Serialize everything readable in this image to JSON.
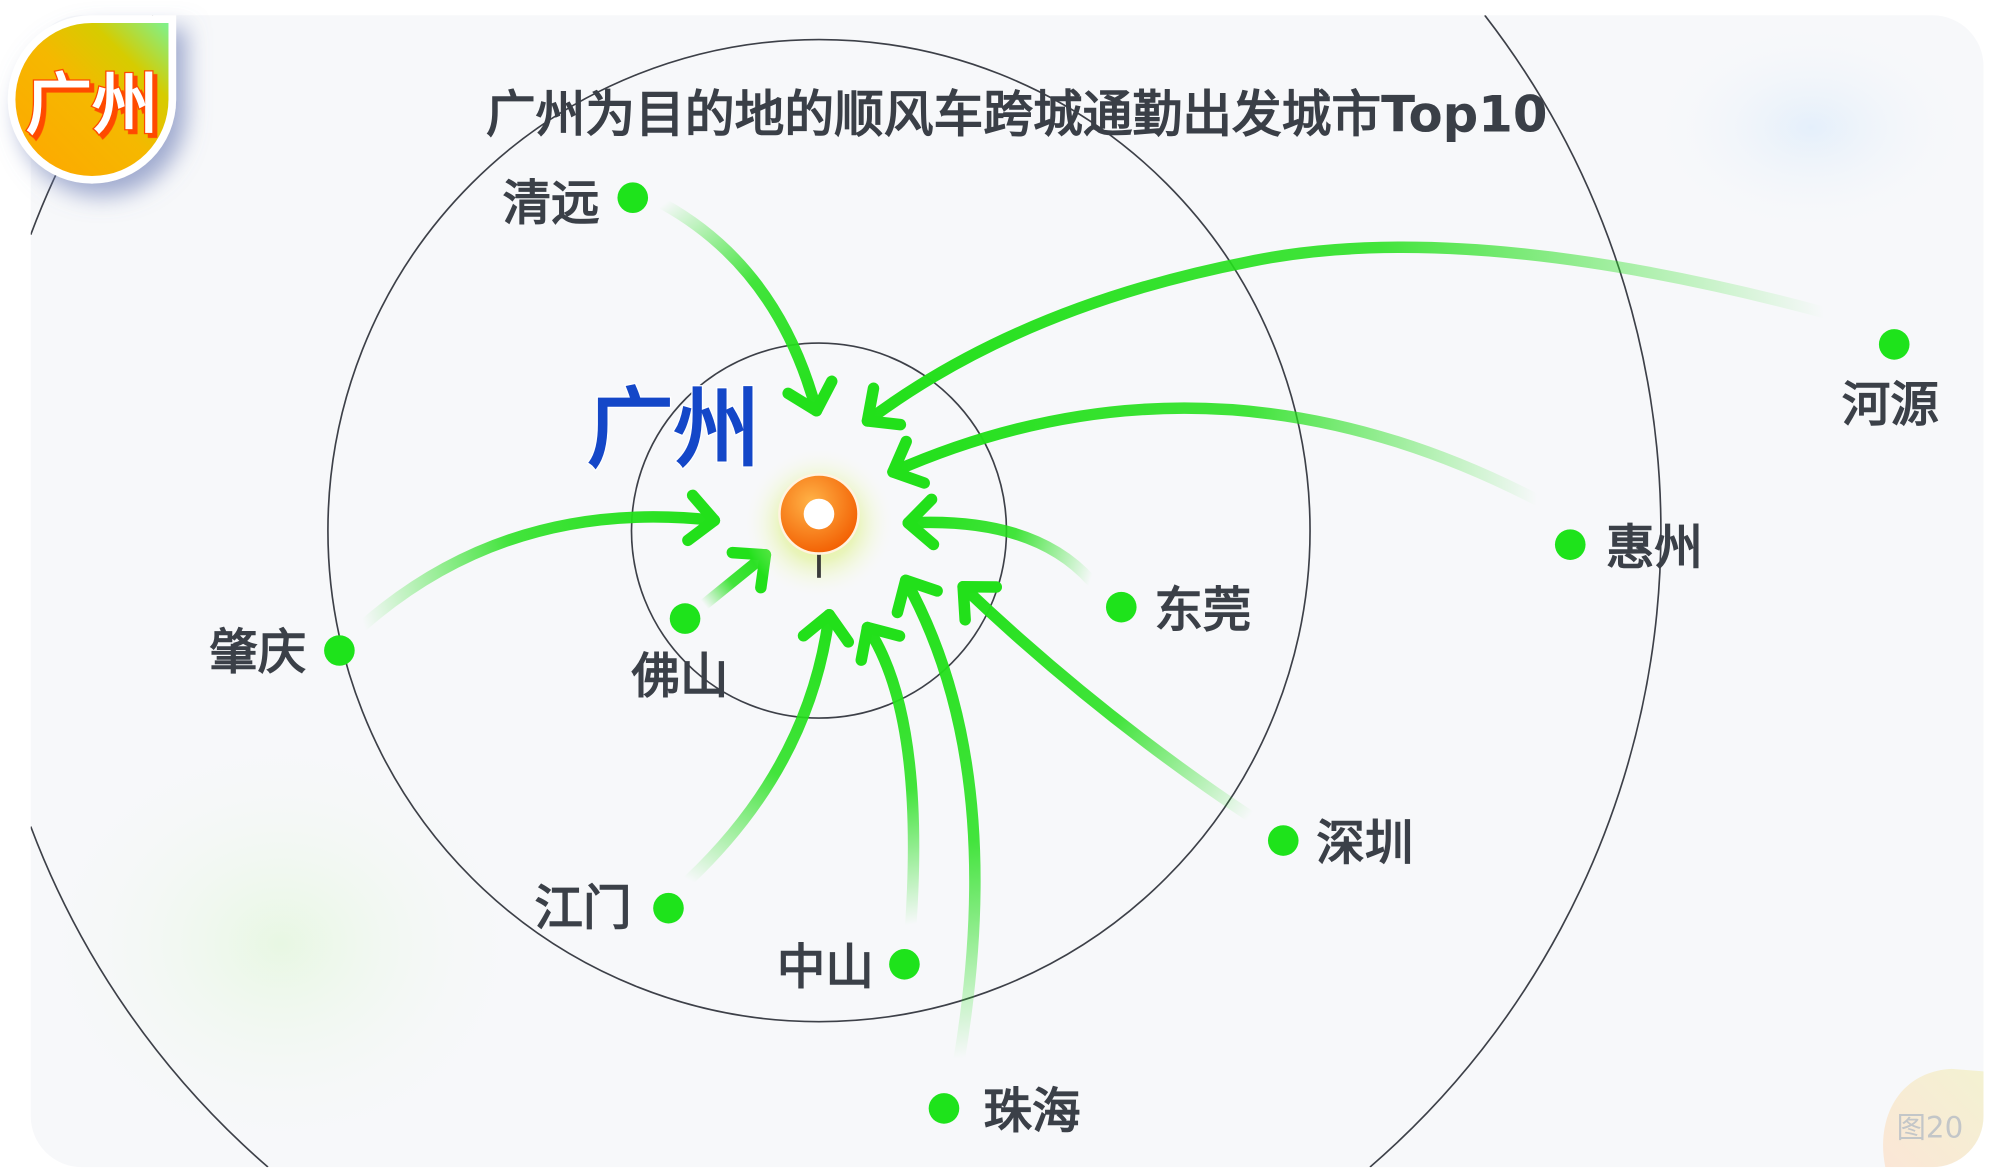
{
  "badge": {
    "label": "广州"
  },
  "title": "广州为目的地的顺风车跨城通勤出发城市Top10",
  "destination": {
    "label": "广州"
  },
  "cities": [
    {
      "name": "清远"
    },
    {
      "name": "河源"
    },
    {
      "name": "惠州"
    },
    {
      "name": "东莞"
    },
    {
      "name": "深圳"
    },
    {
      "name": "珠海"
    },
    {
      "name": "中山"
    },
    {
      "name": "江门"
    },
    {
      "name": "佛山"
    },
    {
      "name": "肇庆"
    }
  ],
  "figure_number": "图20",
  "colors": {
    "arrow": "#22e01a",
    "dot": "#1ee31b",
    "destination_label": "#1447c8",
    "marker": "#ff7a00",
    "text": "#3b4048"
  }
}
